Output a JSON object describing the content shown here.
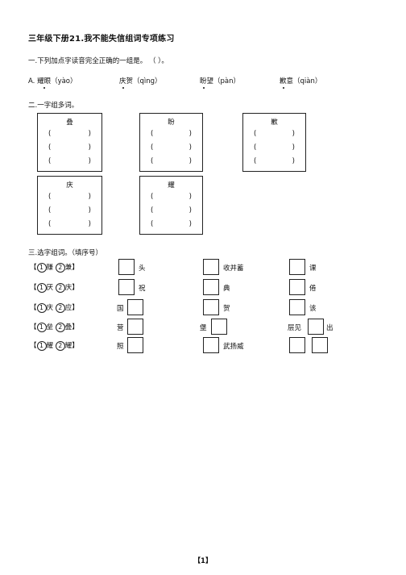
{
  "title": "三年级下册21.我不能失信组词专项练习",
  "section1": {
    "heading": "一.下列加点字读音完全正确的一组是。 （      ）。",
    "options": [
      "A. 耀眼（yào）",
      "庆贺（qìng）",
      "盼望（pàn）",
      "歉意（qiàn）"
    ]
  },
  "section2": {
    "heading": "二.一字组多词。",
    "boxes": [
      {
        "char": "叠",
        "open": "(",
        "close": ")"
      },
      {
        "char": "盼",
        "open": "(",
        "close": ")"
      },
      {
        "char": "歉",
        "open": "(",
        "close": ")"
      },
      {
        "char": "庆",
        "open": "(",
        "close": ")"
      },
      {
        "char": "耀",
        "open": "(",
        "close": ")"
      }
    ]
  },
  "section3": {
    "heading": "三.选字组词。（填序号）",
    "rows": [
      {
        "bracket_open": "【",
        "n1": "1",
        "c1": "赚",
        "n2": "2",
        "c2": "兼",
        "bracket_close": "】",
        "w1": "头",
        "w2": "收并蓄",
        "w3": "课"
      },
      {
        "bracket_open": "【",
        "n1": "1",
        "c1": "厌",
        "n2": "2",
        "c2": "庆",
        "bracket_close": "】",
        "w1": "祝",
        "w2": "典",
        "w3": "倦"
      },
      {
        "bracket_open": "【",
        "n1": "1",
        "c1": "庆",
        "n2": "2",
        "c2": "应",
        "bracket_close": "】",
        "w1": "国",
        "w2": "贺",
        "w3": "该"
      },
      {
        "bracket_open": "【",
        "n1": "1",
        "c1": "垒",
        "n2": "2",
        "c2": "叠",
        "bracket_close": "】",
        "w1": "营",
        "w2": "堡",
        "w3a": "层见",
        "w3b": "出"
      },
      {
        "bracket_open": "【",
        "n1": "1",
        "c1": "耀",
        "n2": "2",
        "c2": "耀",
        "bracket_close": "】",
        "w1": "照",
        "w2": "武扬威"
      }
    ]
  },
  "footer": "【1】"
}
